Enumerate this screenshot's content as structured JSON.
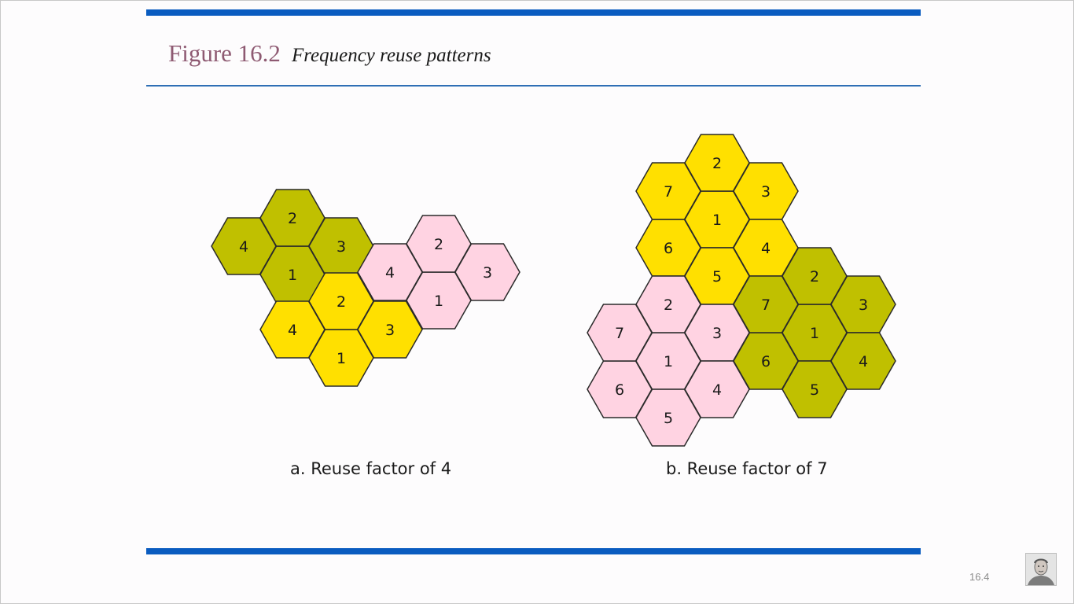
{
  "figure": {
    "number": "Figure 16.2",
    "caption": "Frequency reuse patterns"
  },
  "colors": {
    "olive": "#c0c000",
    "yellow": "#ffe000",
    "pink": "#ffd3e2",
    "rule": "#0a5cc0",
    "title": "#8e5a72"
  },
  "diagram_a": {
    "caption": "a. Reuse factor of 4",
    "clusters": [
      {
        "color": "olive",
        "labels": [
          "1",
          "2",
          "3",
          "4"
        ]
      },
      {
        "color": "yellow",
        "labels": [
          "1",
          "2",
          "3",
          "4"
        ]
      },
      {
        "color": "pink",
        "labels": [
          "1",
          "2",
          "3",
          "4"
        ]
      }
    ]
  },
  "diagram_b": {
    "caption": "b. Reuse factor of 7",
    "clusters": [
      {
        "color": "yellow",
        "labels": [
          "1",
          "2",
          "3",
          "4",
          "5",
          "6",
          "7"
        ]
      },
      {
        "color": "pink",
        "labels": [
          "1",
          "2",
          "3",
          "4",
          "5",
          "6",
          "7"
        ]
      },
      {
        "color": "olive",
        "labels": [
          "1",
          "2",
          "3",
          "4",
          "5",
          "6",
          "7"
        ]
      }
    ]
  },
  "footer": {
    "page_number": "16.4"
  }
}
